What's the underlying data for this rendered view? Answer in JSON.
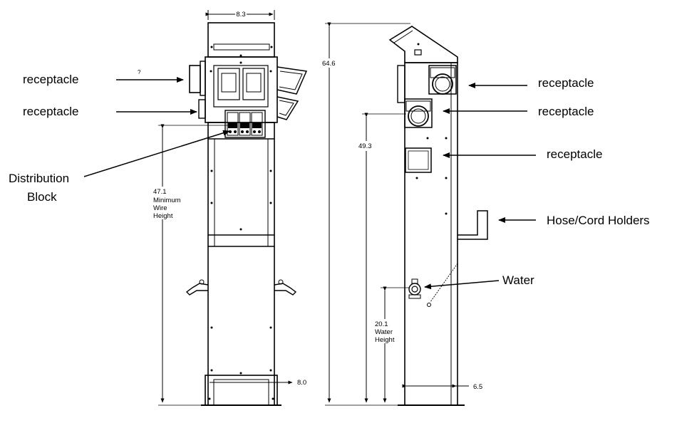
{
  "labels": {
    "receptacle_1": "receptacle",
    "receptacle_2": "receptacle",
    "distribution_block_line1": "Distribution",
    "distribution_block_line2": "Block",
    "receptacle_3": "receptacle",
    "receptacle_4": "receptacle",
    "receptacle_5": "receptacle",
    "hose_cord_holders": "Hose/Cord Holders",
    "water": "Water",
    "stray_mark": "?"
  },
  "dimensions": {
    "top_width": "8.3",
    "base_width": "8.0",
    "min_wire_height_value": "47.1",
    "min_wire_height_line1": "Minimum",
    "min_wire_height_line2": "Wire",
    "min_wire_height_line3": "Height",
    "overall_height": "64.6",
    "receptacle_height": "49.3",
    "water_height_value": "20.1",
    "water_height_line1": "Water",
    "water_height_line2": "Height",
    "side_depth": "6.5"
  }
}
